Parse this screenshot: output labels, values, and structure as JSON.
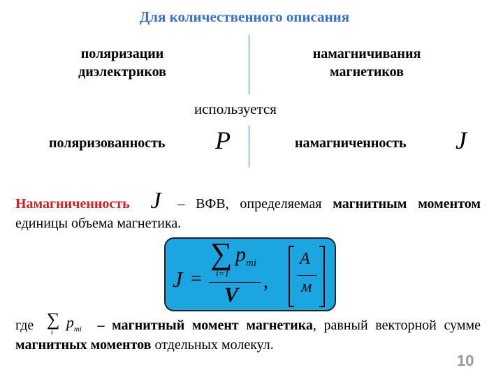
{
  "title": "Для количественного описания",
  "columns": {
    "left": [
      "поляризации",
      "диэлектриков"
    ],
    "right": [
      "намагничивания",
      "магнетиков"
    ]
  },
  "uses": "используется",
  "quantities": {
    "left_label": "поляризованность",
    "left_symbol": "P",
    "right_label": "намагниченность",
    "right_symbol": "J"
  },
  "definition": {
    "term": "Намагниченность",
    "symbol": "J",
    "dash_text": " – ВФВ, определяемая ",
    "bold1": "магнитным моментом",
    "rest": " единицы объема магнетика."
  },
  "formula": {
    "lhs": "J",
    "eq": "=",
    "sum": "∑",
    "sum_index": "i=1",
    "numerator": "p",
    "subscript": "mi",
    "denominator": "V",
    "comma": ",",
    "unit_num": "A",
    "unit_den": "м"
  },
  "where": {
    "prefix": "где",
    "sum": "∑",
    "index": "i",
    "p": "p",
    "sub": "mi",
    "bold1": " – магнитный момент магнетика",
    "mid": ", равный векторной сумме ",
    "bold2": "магнитных моментов",
    "end": " отдельных молекул."
  },
  "page_number": "10",
  "colors": {
    "title": "#3a6fcf",
    "term": "#d42020",
    "box": "#1ba6e2"
  }
}
